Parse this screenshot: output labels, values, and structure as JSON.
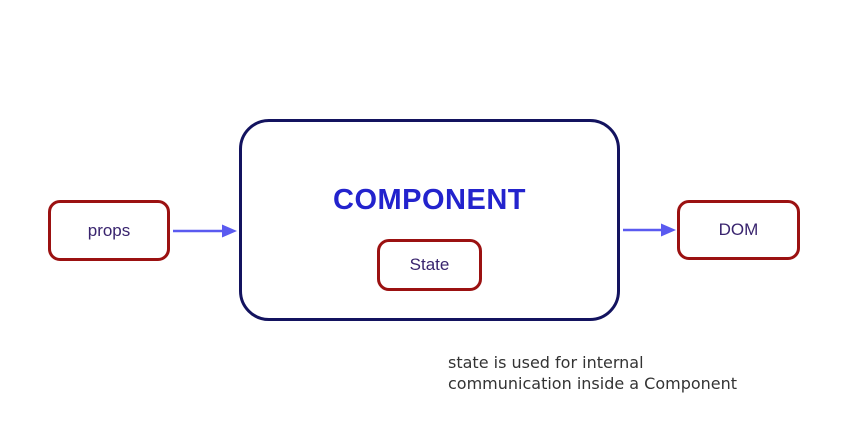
{
  "diagram": {
    "nodes": {
      "props": {
        "label": "props"
      },
      "component": {
        "title": "COMPONENT"
      },
      "state": {
        "label": "State"
      },
      "dom": {
        "label": "DOM"
      }
    },
    "arrows": [
      {
        "name": "props-to-component",
        "from": "props",
        "to": "component"
      },
      {
        "name": "component-to-dom",
        "from": "component",
        "to": "dom"
      }
    ],
    "caption": {
      "line1": "state is used for internal",
      "line2": "communication inside a Component"
    },
    "colors": {
      "node_border_red": "#9b1111",
      "component_border_navy": "#13135f",
      "arrow_blue": "#5a5af0",
      "component_title_blue": "#2323cd",
      "node_label_indigo": "#39246e",
      "caption_gray": "#333333",
      "background": "#ffffff"
    }
  }
}
